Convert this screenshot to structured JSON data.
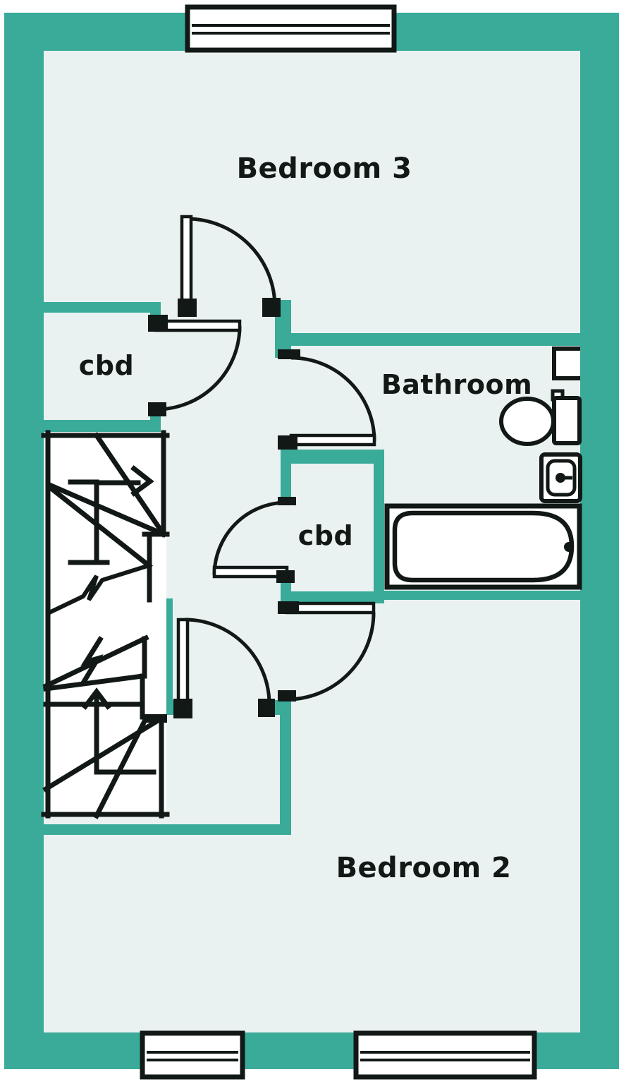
{
  "plan": {
    "type": "floor-plan",
    "labels": {
      "bedroom3": "Bedroom 3",
      "cbd_left": "cbd",
      "bathroom": "Bathroom",
      "cbd_center": "cbd",
      "bedroom2": "Bedroom 2"
    },
    "colors": {
      "wall": "#3AAB99",
      "floor": "#E9F2F0",
      "line": "#121816",
      "fixture_fill": "#FFFFFF"
    },
    "features": {
      "windows": [
        "top",
        "bottom-left",
        "bottom-right"
      ],
      "door_count": 6,
      "bathroom_fixtures": [
        "toilet",
        "basin",
        "bath"
      ],
      "stairs": "winder staircase with up arrows and break lines"
    }
  }
}
